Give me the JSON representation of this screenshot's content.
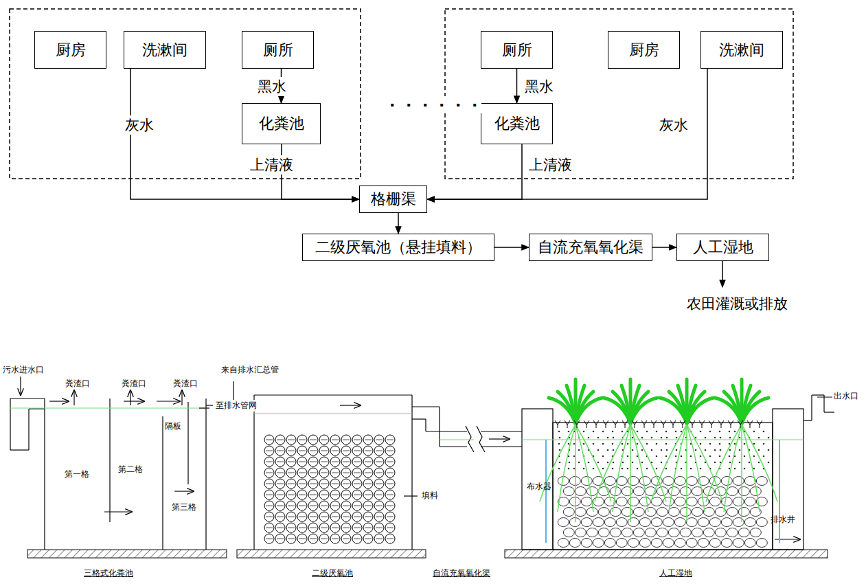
{
  "diagram": {
    "nodes": [
      {
        "text": [
          "厨房"
        ]
      },
      {
        "text": [
          "洗漱间"
        ]
      },
      {
        "text": [
          "厕所"
        ]
      },
      {
        "text": [
          "化粪池"
        ]
      },
      {
        "text": [
          "厕所"
        ]
      },
      {
        "text": [
          "厨房"
        ]
      },
      {
        "text": [
          "洗漱间"
        ]
      },
      {
        "text": [
          "化粪池"
        ]
      },
      {
        "text": [
          "格栅渠"
        ]
      },
      {
        "text": [
          "二级厌氧池（悬挂填料）"
        ]
      },
      {
        "text": [
          "自流充氧氧化渠"
        ]
      },
      {
        "text": [
          "人工湿地"
        ]
      }
    ],
    "edges": [
      {
        "from": 2,
        "to": 3,
        "arrow": "to",
        "label": "黑水"
      },
      {
        "from": 3,
        "to": 8,
        "arrow": "to",
        "label": "上清液"
      },
      {
        "from": 1,
        "to": 8,
        "arrow": "to",
        "label": "灰水"
      },
      {
        "from": 4,
        "to": 7,
        "arrow": "to",
        "label": "黑水"
      },
      {
        "from": 7,
        "to": 8,
        "arrow": "to",
        "label": "上清液"
      },
      {
        "from": 6,
        "to": 8,
        "arrow": "to",
        "label": "灰水"
      },
      {
        "from": 8,
        "to": 9,
        "arrow": "to"
      },
      {
        "from": 9,
        "to": 10,
        "arrow": "to"
      },
      {
        "from": 10,
        "to": 11,
        "arrow": "to"
      }
    ],
    "labels": [
      "· · · · · ·",
      "农田灌溉或排放",
      "污水进水口",
      "粪渣口",
      "粪渣口",
      "粪渣口",
      "第一格",
      "第二格",
      "隔板",
      "第三格",
      "至排水管网",
      "三格式化粪池",
      "来自排水汇总管",
      "填料",
      "二级厌氧池",
      "自流充氧氧化渠",
      "布水器",
      "排水井",
      "出水口",
      "人工湿地"
    ]
  }
}
